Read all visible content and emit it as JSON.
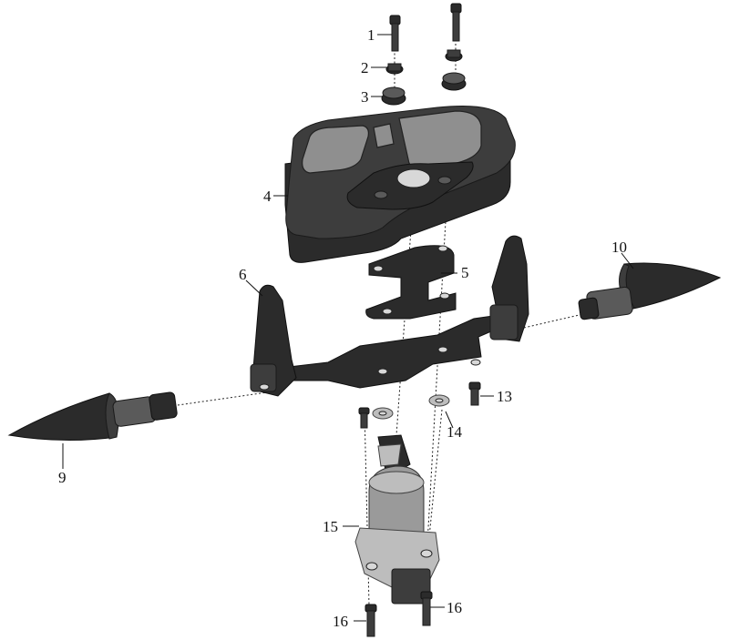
{
  "callouts": {
    "c1": "1",
    "c2": "2",
    "c3": "3",
    "c4": "4",
    "c5": "5",
    "c6": "6",
    "c9": "9",
    "c10": "10",
    "c13": "13",
    "c14": "14",
    "c15": "15",
    "c16a": "16",
    "c16b": "16"
  }
}
